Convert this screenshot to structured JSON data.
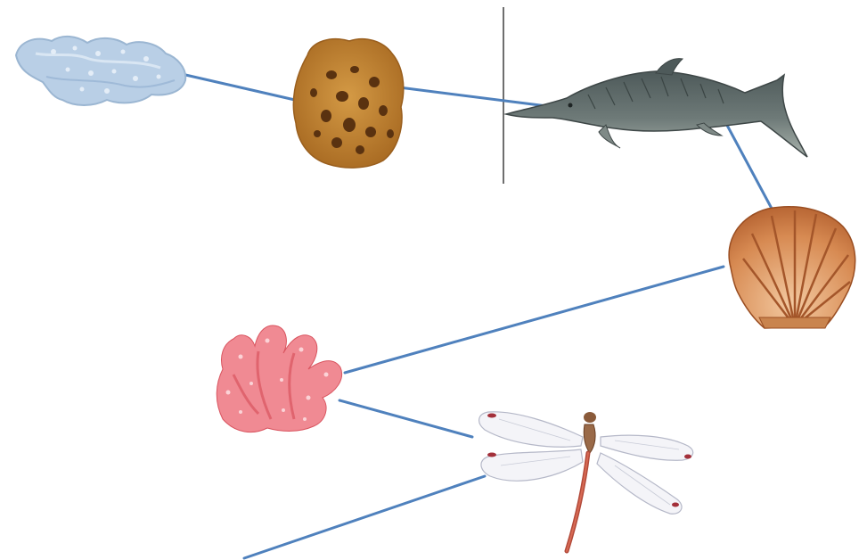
{
  "colors": {
    "connector": "#4f81bd",
    "divider": "#6e6e6e",
    "background": "#ffffff"
  },
  "nodes": [
    {
      "id": "blue-coral",
      "icon": "blue-coral-icon"
    },
    {
      "id": "sea-sponge",
      "icon": "sea-sponge-icon"
    },
    {
      "id": "ichthyosaur",
      "icon": "ichthyosaur-icon"
    },
    {
      "id": "scallop-shell",
      "icon": "scallop-shell-icon"
    },
    {
      "id": "red-coral",
      "icon": "red-coral-icon"
    },
    {
      "id": "dragonfly",
      "icon": "dragonfly-icon"
    }
  ],
  "connections": [
    [
      "blue-coral",
      "sea-sponge"
    ],
    [
      "sea-sponge",
      "ichthyosaur"
    ],
    [
      "ichthyosaur",
      "scallop-shell"
    ],
    [
      "scallop-shell",
      "red-coral"
    ],
    [
      "red-coral",
      "dragonfly"
    ],
    [
      "dragonfly",
      "off-canvas"
    ]
  ]
}
